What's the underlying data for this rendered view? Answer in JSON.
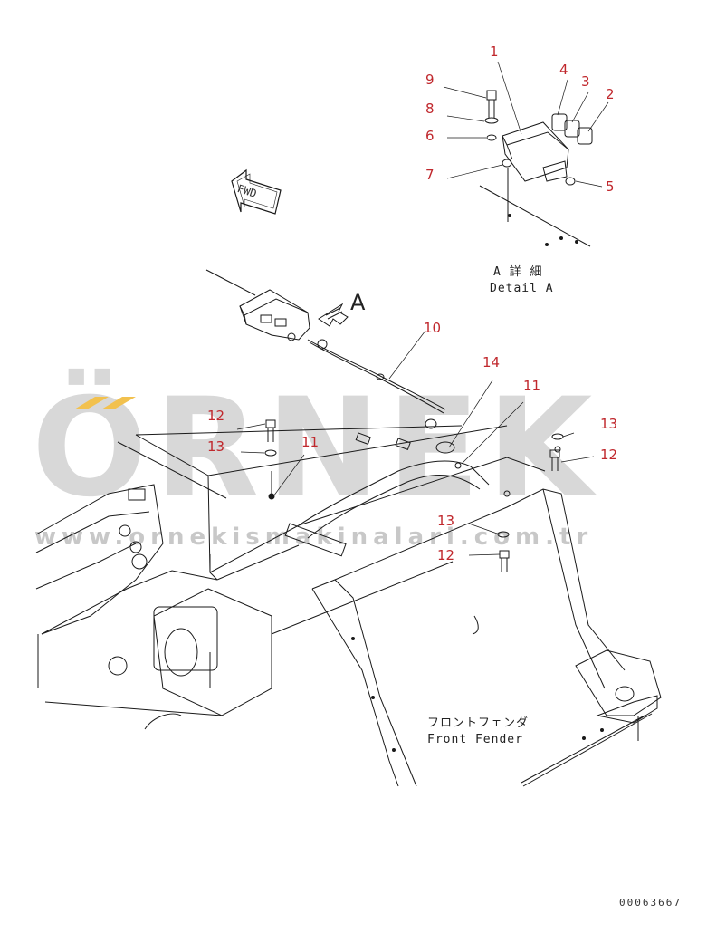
{
  "watermark": {
    "word": "ÖRNEK",
    "url": "www.ornekismakinalari.com.tr"
  },
  "fwd_label": "FWD",
  "view_arrow_label": "A",
  "detail_caption": {
    "line1": "A 詳 細",
    "line2": "Detail A"
  },
  "fender_caption": {
    "line1": "フロントフェンダ",
    "line2": "Front Fender"
  },
  "drawing_number": "00063667",
  "part_labels": [
    {
      "id": "1",
      "text": "1"
    },
    {
      "id": "2",
      "text": "2"
    },
    {
      "id": "3",
      "text": "3"
    },
    {
      "id": "4",
      "text": "4"
    },
    {
      "id": "5",
      "text": "5"
    },
    {
      "id": "6",
      "text": "6"
    },
    {
      "id": "7",
      "text": "7"
    },
    {
      "id": "8",
      "text": "8"
    },
    {
      "id": "9",
      "text": "9"
    },
    {
      "id": "10",
      "text": "10"
    },
    {
      "id": "11a",
      "text": "11"
    },
    {
      "id": "11b",
      "text": "11"
    },
    {
      "id": "12a",
      "text": "12"
    },
    {
      "id": "12b",
      "text": "12"
    },
    {
      "id": "12c",
      "text": "12"
    },
    {
      "id": "13a",
      "text": "13"
    },
    {
      "id": "13b",
      "text": "13"
    },
    {
      "id": "13c",
      "text": "13"
    },
    {
      "id": "14",
      "text": "14"
    }
  ],
  "colors": {
    "label": "#c0282d",
    "line": "#1a1a1a",
    "watermark": "#d8d8d8",
    "accent": "#f2c14e"
  }
}
